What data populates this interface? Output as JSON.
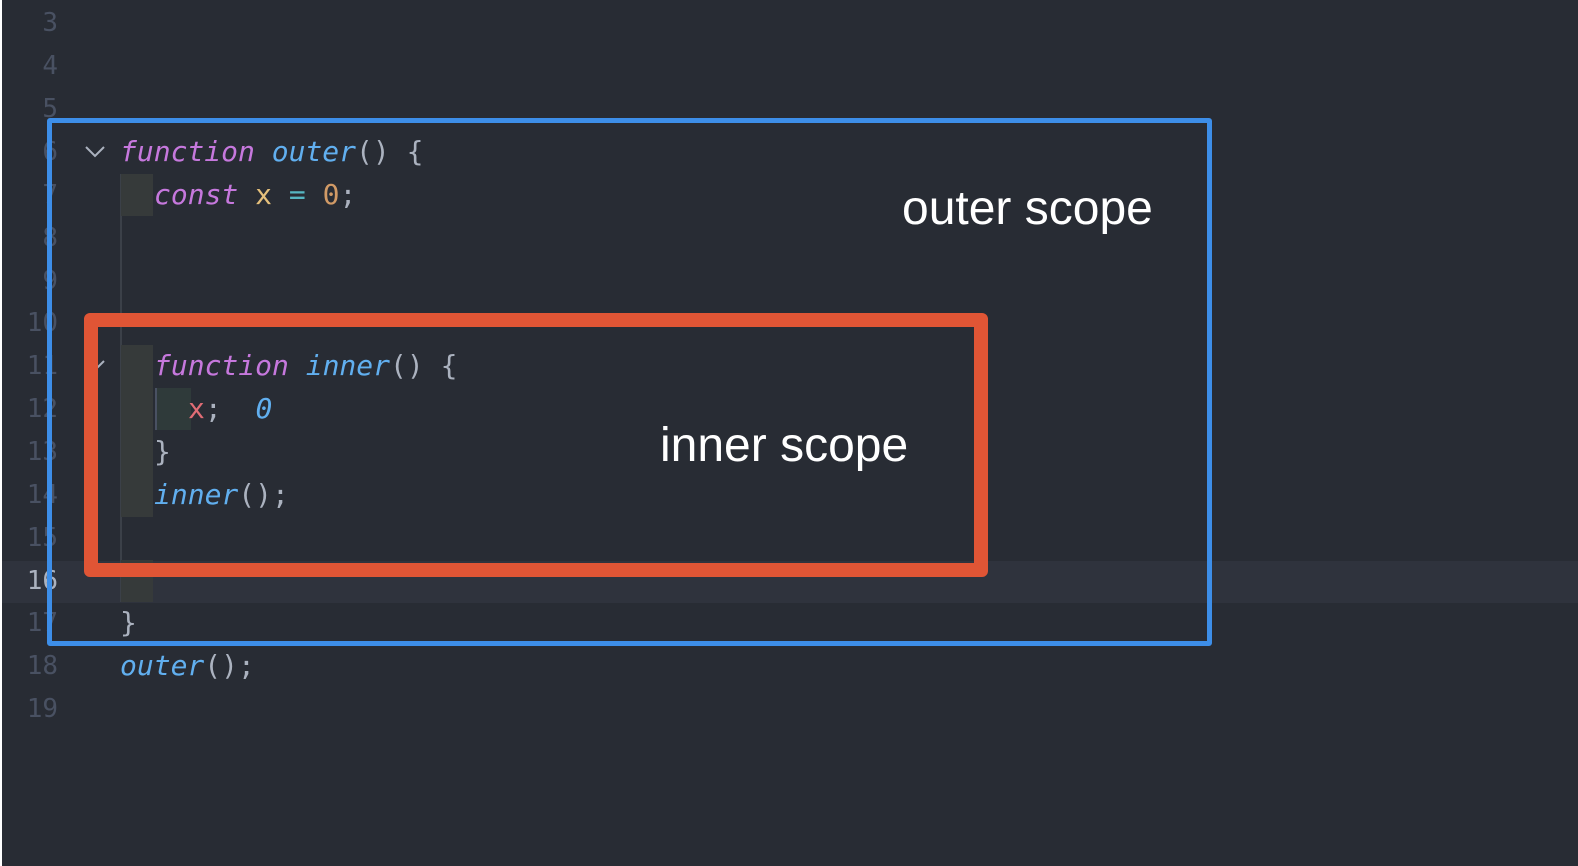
{
  "editor": {
    "line_numbers": [
      "3",
      "4",
      "5",
      "6",
      "7",
      "8",
      "9",
      "10",
      "11",
      "12",
      "13",
      "14",
      "15",
      "16",
      "17",
      "18",
      "19"
    ],
    "active_line": "16",
    "fold_icons": [
      "chevron-down-icon",
      "chevron-down-icon"
    ],
    "code": {
      "l6": {
        "kw": "function",
        "name": "outer",
        "rest": "() {"
      },
      "l7": {
        "kw": "const",
        "var": "x",
        "op": "=",
        "num": "0",
        "end": ";"
      },
      "l11": {
        "kw": "function",
        "name": "inner",
        "rest": "() {"
      },
      "l12": {
        "var": "x",
        "end": ";",
        "hint": "0"
      },
      "l13": {
        "text": "}"
      },
      "l14": {
        "name": "inner",
        "rest": "();"
      },
      "l17": {
        "text": "}"
      },
      "l18": {
        "name": "outer",
        "rest": "();"
      }
    }
  },
  "annotations": {
    "outer_label": "outer scope",
    "inner_label": "inner scope",
    "outer_color": "#3d8ee8",
    "inner_color": "#e05535"
  }
}
